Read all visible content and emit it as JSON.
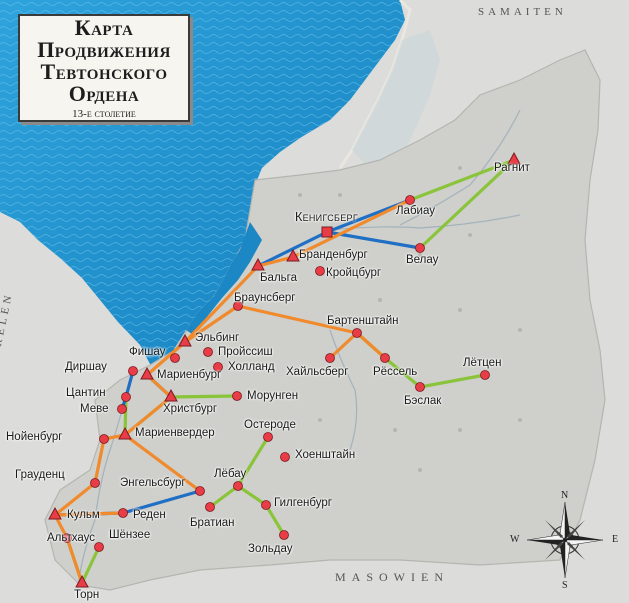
{
  "title": {
    "line1": "Карта",
    "line2": "Продвижения",
    "line3": "Тевтонского",
    "line4": "Ордена",
    "subtitle": "13-е столетие"
  },
  "regions": {
    "samaiten": "SAMAITEN",
    "masowien": "MASOWIEN",
    "relen": "RELEN"
  },
  "compass": {
    "n": "N",
    "s": "S",
    "w": "W",
    "e": "E"
  },
  "colors": {
    "sea": "#1d8fc9",
    "land": "#d4d4d1",
    "prussia": "#cfcfcb",
    "route_orange": "#f08a2c",
    "route_blue": "#1f6fc4",
    "route_green": "#8ac43a",
    "castle_marker": "#e83d46",
    "town_marker": "#e83d46"
  },
  "cities": [
    {
      "id": "koenigsberg",
      "name": "Кенигсберг",
      "type": "capital"
    },
    {
      "id": "ragnit",
      "name": "Рагнит",
      "type": "castle"
    },
    {
      "id": "labiau",
      "name": "Лабиау",
      "type": "town"
    },
    {
      "id": "welau",
      "name": "Велау",
      "type": "town"
    },
    {
      "id": "brandenburg",
      "name": "Бранденбург",
      "type": "castle"
    },
    {
      "id": "kreuzburg",
      "name": "Кройцбург",
      "type": "town"
    },
    {
      "id": "balga",
      "name": "Бальга",
      "type": "castle"
    },
    {
      "id": "braunsberg",
      "name": "Браунсберг",
      "type": "town"
    },
    {
      "id": "bartenstein",
      "name": "Бартенштайн",
      "type": "town"
    },
    {
      "id": "heilsberg",
      "name": "Хайльсберг",
      "type": "town"
    },
    {
      "id": "roessel",
      "name": "Рёссель",
      "type": "town"
    },
    {
      "id": "loetzen",
      "name": "Лётцен",
      "type": "town"
    },
    {
      "id": "baeslak",
      "name": "Бэслак",
      "type": "town"
    },
    {
      "id": "elbing",
      "name": "Эльбинг",
      "type": "castle"
    },
    {
      "id": "fischau",
      "name": "Фишау",
      "type": "town"
    },
    {
      "id": "preussisch",
      "name": "Пройссиш",
      "type": "town"
    },
    {
      "id": "holland",
      "name": "Холланд",
      "type": "town"
    },
    {
      "id": "dirschau",
      "name": "Диршау",
      "type": "town"
    },
    {
      "id": "marienburg",
      "name": "Мариенбург",
      "type": "castle"
    },
    {
      "id": "mohrungen",
      "name": "Морунген",
      "type": "town"
    },
    {
      "id": "zantin",
      "name": "Цантин",
      "type": "town"
    },
    {
      "id": "christburg",
      "name": "Христбург",
      "type": "castle"
    },
    {
      "id": "mewe",
      "name": "Меве",
      "type": "town"
    },
    {
      "id": "osterode",
      "name": "Остероде",
      "type": "town"
    },
    {
      "id": "neuenburg",
      "name": "Нойенбург",
      "type": "town"
    },
    {
      "id": "marienwerder",
      "name": "Мариенвердер",
      "type": "castle"
    },
    {
      "id": "hohenstein",
      "name": "Хоенштайн",
      "type": "town"
    },
    {
      "id": "graudenz",
      "name": "Грауденц",
      "type": "town"
    },
    {
      "id": "engelsburg",
      "name": "Энгельсбург",
      "type": "town"
    },
    {
      "id": "lebau",
      "name": "Лёбау",
      "type": "town"
    },
    {
      "id": "kulm",
      "name": "Кульм",
      "type": "castle"
    },
    {
      "id": "reden",
      "name": "Реден",
      "type": "town"
    },
    {
      "id": "bratian",
      "name": "Братиан",
      "type": "town"
    },
    {
      "id": "gilgenburg",
      "name": "Гилгенбург",
      "type": "town"
    },
    {
      "id": "althaus",
      "name": "Альтхаус",
      "type": "town"
    },
    {
      "id": "soldau",
      "name": "Зольдау",
      "type": "town"
    },
    {
      "id": "schoensee",
      "name": "Шёнзее",
      "type": "town"
    },
    {
      "id": "thorn",
      "name": "Торн",
      "type": "castle"
    }
  ]
}
